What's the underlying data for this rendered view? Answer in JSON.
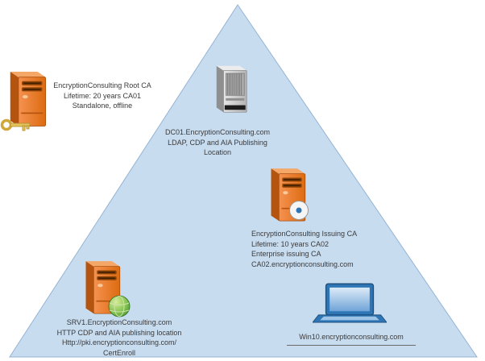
{
  "diagram_title": "PKI hierarchy pyramid",
  "colors": {
    "triangle_fill": "#c8dcf0",
    "triangle_border": "#94b3d4",
    "server_orange": "#e06a12",
    "server_gray": "#c4c4c4",
    "laptop_blue": "#2e75b6",
    "label_text": "#3a3a3a"
  },
  "nodes": {
    "root_ca": {
      "icon": "server-tower-key-icon",
      "label": "EncryptionConsulting Root CA\nLifetime: 20 years CA01\nStandalone, offline"
    },
    "dc01": {
      "icon": "domain-controller-server-icon",
      "label": "DC01.EncryptionConsulting.com\nLDAP, CDP and AIA Publishing\nLocation"
    },
    "issuing_ca": {
      "icon": "server-tower-certificate-icon",
      "label": "EncryptionConsulting Issuing CA\nLifetime: 10 years CA02\nEnterprise issuing CA\nCA02.encryptionconsulting.com"
    },
    "srv1": {
      "icon": "server-tower-globe-icon",
      "label": "SRV1.EncryptionConsulting.com\nHTTP CDP and AIA publishing location\nHttp://pki.encryptionconsulting.com/\nCertEnroll"
    },
    "win10": {
      "icon": "laptop-icon",
      "label": "Win10.encryptionconsulting.com"
    }
  }
}
